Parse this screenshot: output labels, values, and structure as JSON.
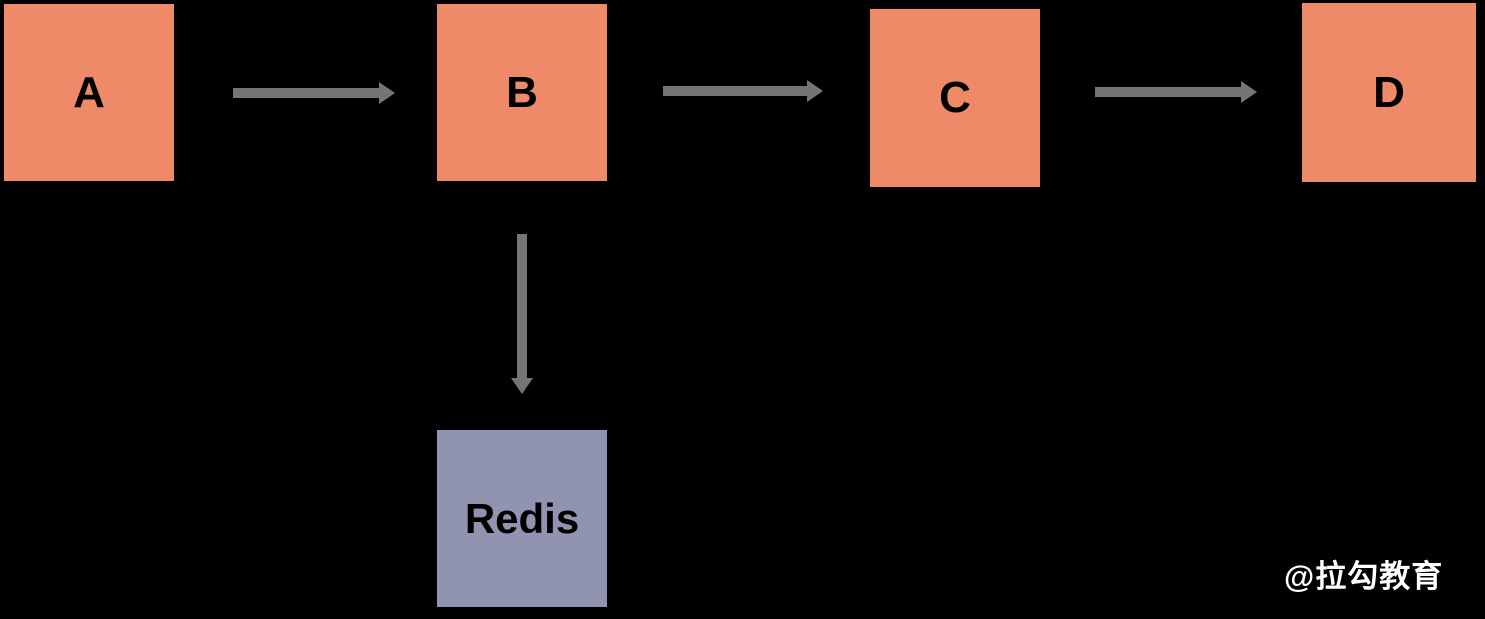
{
  "diagram": {
    "nodes": {
      "a": {
        "label": "A",
        "fill": "#EF8A68"
      },
      "b": {
        "label": "B",
        "fill": "#EF8A68"
      },
      "c": {
        "label": "C",
        "fill": "#EF8A68"
      },
      "d": {
        "label": "D",
        "fill": "#EF8A68"
      },
      "redis": {
        "label": "Redis",
        "fill": "#9094B0"
      }
    },
    "edges": [
      {
        "from": "A",
        "to": "B",
        "direction": "right"
      },
      {
        "from": "B",
        "to": "C",
        "direction": "right"
      },
      {
        "from": "C",
        "to": "D",
        "direction": "right"
      },
      {
        "from": "B",
        "to": "Redis",
        "direction": "down"
      }
    ]
  },
  "watermark": {
    "text": "@拉勾教育"
  },
  "colors": {
    "background": "#000000",
    "node_fill": "#EF8A68",
    "redis_fill": "#9094B0",
    "arrow": "#757575",
    "node_label": "#000000",
    "watermark_text": "#FFFFFF"
  }
}
